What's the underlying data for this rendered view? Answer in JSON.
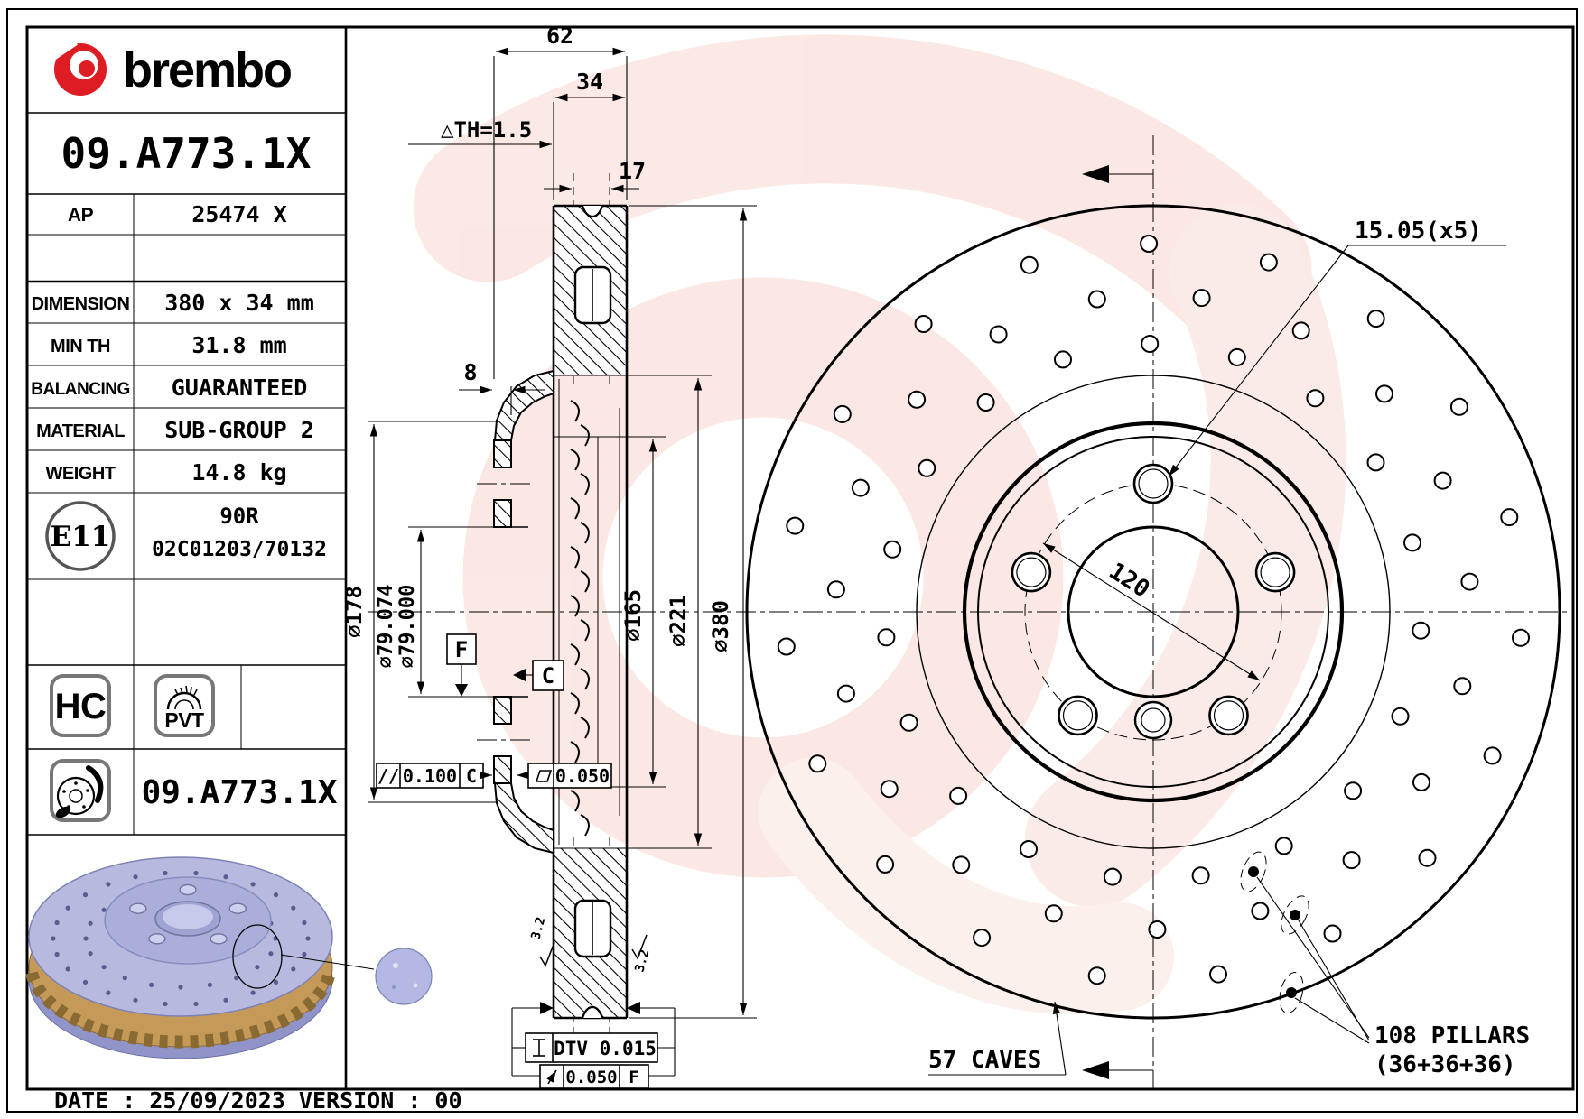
{
  "header": {
    "brand_wordmark": "brembo",
    "part_number": "09.A773.1X"
  },
  "spec_table": {
    "rows": [
      {
        "label": "AP",
        "value": "25474 X"
      },
      {
        "label": "DIMENSION",
        "value": "380 x 34 mm"
      },
      {
        "label": "MIN TH",
        "value": "31.8 mm"
      },
      {
        "label": "BALANCING",
        "value": "GUARANTEED"
      },
      {
        "label": "MATERIAL",
        "value": "SUB-GROUP 2"
      },
      {
        "label": "WEIGHT",
        "value": "14.8 kg"
      }
    ],
    "homologation": {
      "mark": "E11",
      "value_line1": "90R",
      "value_line2": "02C01203/70132"
    },
    "badges": {
      "hc": "HC",
      "pvt": "PVT"
    },
    "footer_part_number": "09.A773.1X"
  },
  "section_view": {
    "dim_width_62": "62",
    "dim_width_34": "34",
    "dim_17": "17",
    "dim_min_th": "△TH=1.5",
    "dim_hat_8": "8",
    "dia_178": "∅178",
    "dia_79_max": "∅79.074",
    "dia_79_min": "∅79.000",
    "dia_165": "∅165",
    "dia_221": "∅221",
    "dia_380": "∅380",
    "datum_f": "F",
    "datum_c": "C",
    "parallelism_symbol": "//",
    "parallelism_value": "0.100",
    "parallelism_datum": "C",
    "flatness_value": "0.050",
    "roughness_left": "3.2",
    "roughness_right": "3.2",
    "dtv_value": "DTV 0.015",
    "runout_value": "0.050",
    "runout_datum": "F"
  },
  "front_view": {
    "bolt_hole_dia": "15.05(x5)",
    "pcd": "120",
    "caves": "57 CAVES",
    "pillars_line1": "108 PILLARS",
    "pillars_line2": "(36+36+36)"
  },
  "footer": {
    "date_bar": "DATE : 25/09/2023 VERSION : 00"
  },
  "colors": {
    "brand_red": "#dd1c24",
    "watermark_pink": "#f8d7d1",
    "disc_lavender": "#b7bade",
    "disc_lavender_dark": "#9094c8",
    "vane_gold": "#c59a58"
  }
}
